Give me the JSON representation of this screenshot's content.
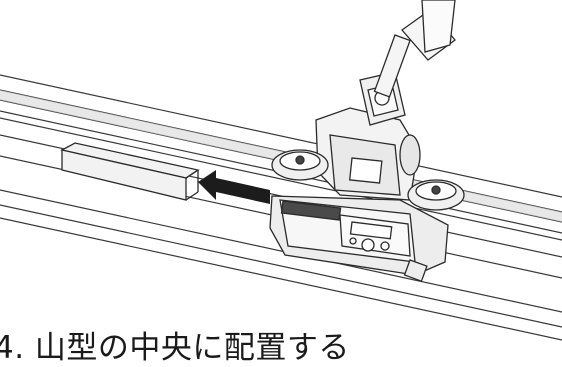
{
  "step": {
    "caption": "4. 山型の中央に配置する"
  },
  "illustration": {
    "device_label": "",
    "icons": [
      "carriage-device",
      "direction-arrow",
      "rail-bracket",
      "knob-icon"
    ]
  },
  "colors": {
    "line": "#2b2b2b",
    "shade": "#bdbdbd",
    "text": "#1a1a1a"
  }
}
